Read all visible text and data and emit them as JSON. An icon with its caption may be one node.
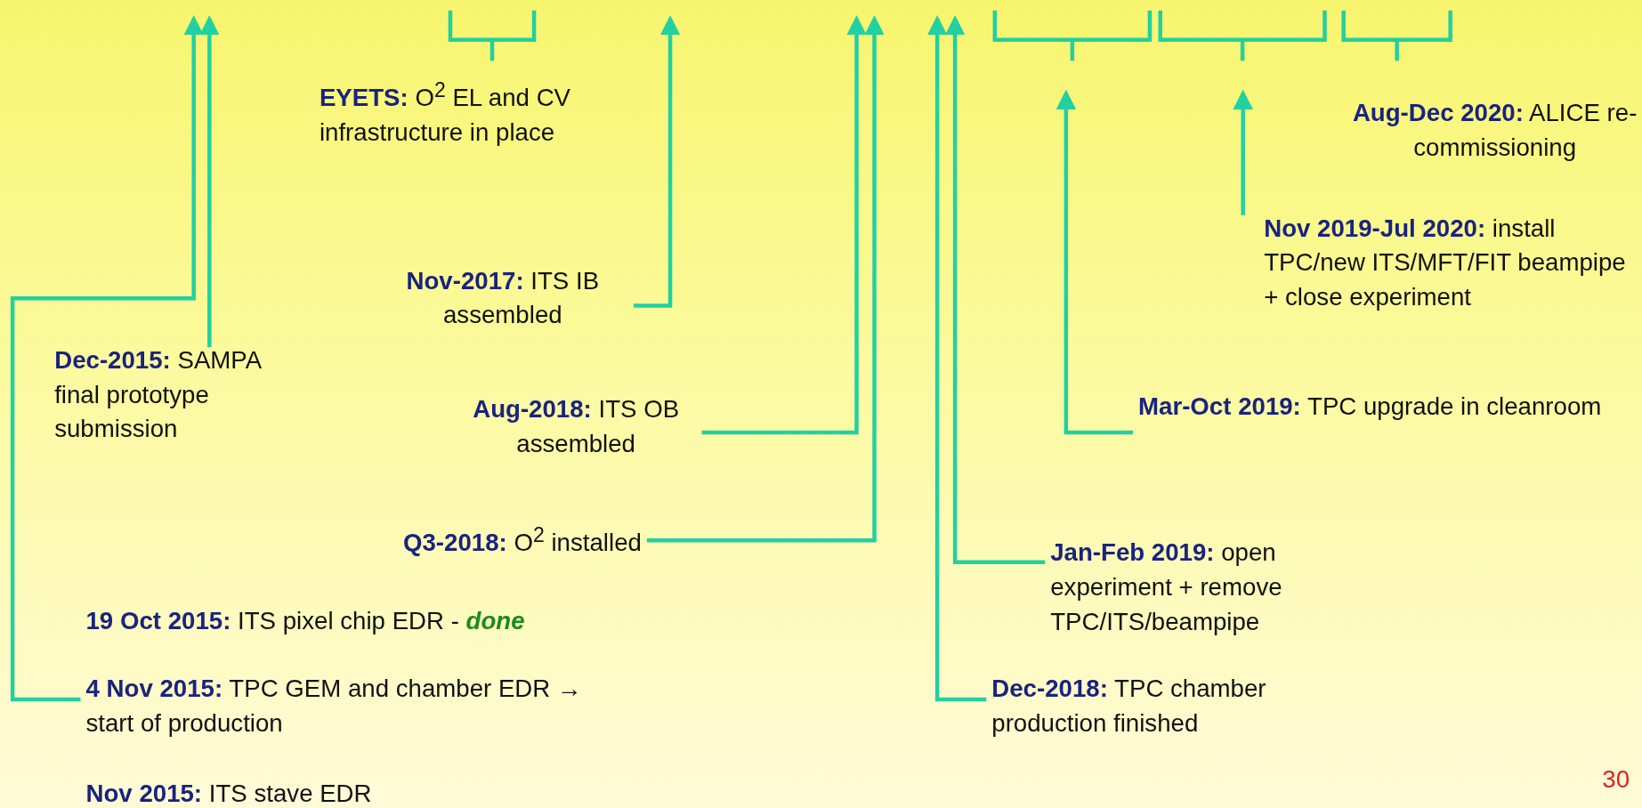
{
  "diagram": {
    "nodes": [
      {
        "text": [
          "**EYETS:** O$^{2}$ EL and CV infrastructure in place"
        ]
      },
      {
        "text": [
          "**Aug-Dec 2020:** ALICE re-commissioning"
        ]
      },
      {
        "text": [
          "**Nov 2019-Jul 2020:** install TPC/new ITS/MFT/FIT beampipe + close experiment"
        ]
      },
      {
        "text": [
          "**Nov-2017:** ITS IB assembled"
        ]
      },
      {
        "text": [
          "**Dec-2015:** SAMPA final prototype submission"
        ]
      },
      {
        "text": [
          "**Mar-Oct 2019:** TPC upgrade in cleanroom"
        ]
      },
      {
        "text": [
          "**Aug-2018:** ITS OB assembled"
        ]
      },
      {
        "text": [
          "**Q3-2018:** O$^{2}$ installed"
        ]
      },
      {
        "text": [
          "**Jan-Feb 2019:** open experiment + remove TPC/ITS/beampipe"
        ]
      },
      {
        "text": [
          "**19 Oct 2015:** ITS pixel chip EDR - *done*"
        ]
      },
      {
        "text": [
          "**4 Nov 2015:** TPC GEM and chamber EDR → start of production"
        ]
      },
      {
        "text": [
          "**Dec-2018:** TPC chamber production finished"
        ]
      },
      {
        "text": [
          "**Nov 2015:** ITS stave EDR"
        ]
      }
    ],
    "edges": [
      {
        "from": 10,
        "to": null,
        "arrow": "to"
      },
      {
        "from": 4,
        "to": null,
        "arrow": "to"
      },
      {
        "from": 3,
        "to": null,
        "arrow": "to"
      },
      {
        "from": 6,
        "to": null,
        "arrow": "to"
      },
      {
        "from": 7,
        "to": null,
        "arrow": "to"
      },
      {
        "from": 11,
        "to": null,
        "arrow": "to"
      },
      {
        "from": 8,
        "to": null,
        "arrow": "to"
      },
      {
        "from": 5,
        "to": null,
        "arrow": "to"
      },
      {
        "from": 2,
        "to": null,
        "arrow": "to"
      }
    ],
    "labels": [
      "30"
    ]
  }
}
